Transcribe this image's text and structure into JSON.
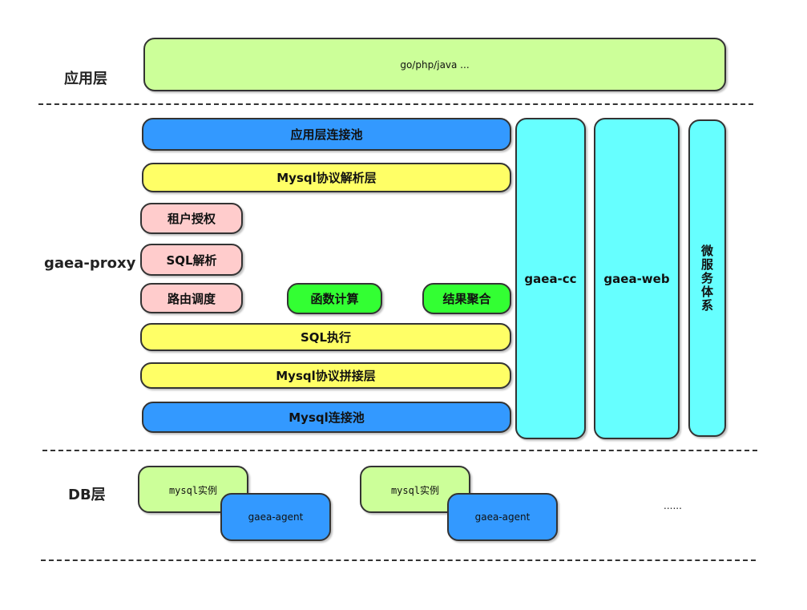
{
  "layers": {
    "app_label": "应用层",
    "proxy_label": "gaea-proxy",
    "db_label": "DB层"
  },
  "app": {
    "languages": "go/php/java ..."
  },
  "proxy": {
    "app_conn_pool": "应用层连接池",
    "mysql_protocol_parse": "Mysql协议解析层",
    "tenant_auth": "租户授权",
    "sql_parse": "SQL解析",
    "routing": "路由调度",
    "function_calc": "函数计算",
    "result_merge": "结果聚合",
    "sql_exec": "SQL执行",
    "mysql_protocol_build": "Mysql协议拼接层",
    "mysql_conn_pool": "Mysql连接池",
    "gaea_cc": "gaea-cc",
    "gaea_web": "gaea-web",
    "microservice": "微服务体系"
  },
  "db": {
    "instance_1": "mysql实例",
    "agent_1": "gaea-agent",
    "instance_2": "mysql实例",
    "agent_2": "gaea-agent",
    "more": "......"
  },
  "colors": {
    "app_box": "#ccff99",
    "pool": "#3399ff",
    "protocol": "#ffff66",
    "parse_step": "#ffcccc",
    "compute_step": "#33ff33",
    "side_module": "#66ffff"
  }
}
